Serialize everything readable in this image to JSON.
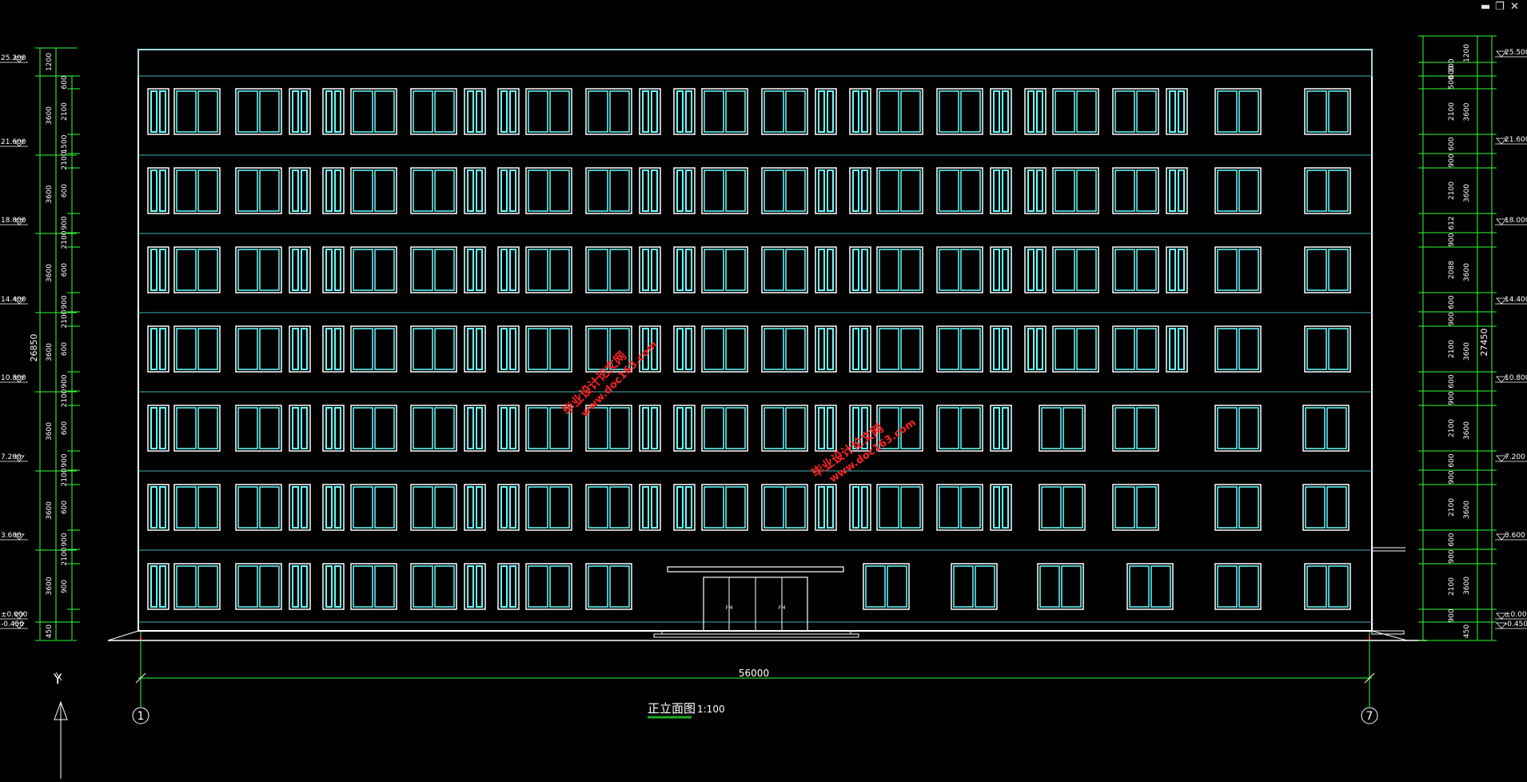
{
  "window_controls": {
    "minimize": "▬",
    "restore": "❐",
    "close": "✕"
  },
  "colors": {
    "background": "#000000",
    "outline": "#ffffff",
    "window": "#66ffff",
    "dimension": "#33ff33",
    "watermark": "#ff2222",
    "title_underline": "#22aa22"
  },
  "title": {
    "name": "正立面图",
    "scale": "1:100"
  },
  "overall_dim": "56000",
  "axes": [
    {
      "label": "1"
    },
    {
      "label": "7"
    }
  ],
  "ucs_label": "Y",
  "levels_left": [
    "25.200",
    "21.600",
    "18.000",
    "14.400",
    "10.800",
    "7.200",
    "3.600",
    "±0.000",
    "-0.450"
  ],
  "levels_right": [
    "25.500",
    "21.600",
    "18.000",
    "14.400",
    "10.800",
    "7.200",
    "3.600",
    "±0.000",
    "-0.450"
  ],
  "left_total": "26850",
  "right_total": "27450",
  "left_outer_dims": [
    "1200",
    "3600",
    "3600",
    "3600",
    "3600",
    "3600",
    "3600",
    "3600",
    "450"
  ],
  "left_inner_dims": [
    "600",
    "2100",
    "1500",
    "2100",
    "600",
    "900",
    "2100",
    "600",
    "900",
    "2100",
    "600",
    "900",
    "2100",
    "600",
    "900",
    "2100",
    "600",
    "900",
    "2100",
    "900"
  ],
  "right_outer_dims": [
    "1200",
    "3600",
    "3600",
    "3600",
    "3600",
    "3600",
    "3600",
    "3600",
    "450"
  ],
  "right_inner_dims": [
    "300",
    "600",
    "500",
    "2100",
    "600",
    "900",
    "2100",
    "612",
    "900",
    "2088",
    "600",
    "900",
    "2100",
    "600",
    "900",
    "2100",
    "600",
    "900",
    "2100",
    "600",
    "900",
    "2100",
    "900"
  ],
  "watermark": {
    "line1": "毕业设计论文网",
    "line2": "www.doc163.com"
  },
  "door_label": "FM"
}
